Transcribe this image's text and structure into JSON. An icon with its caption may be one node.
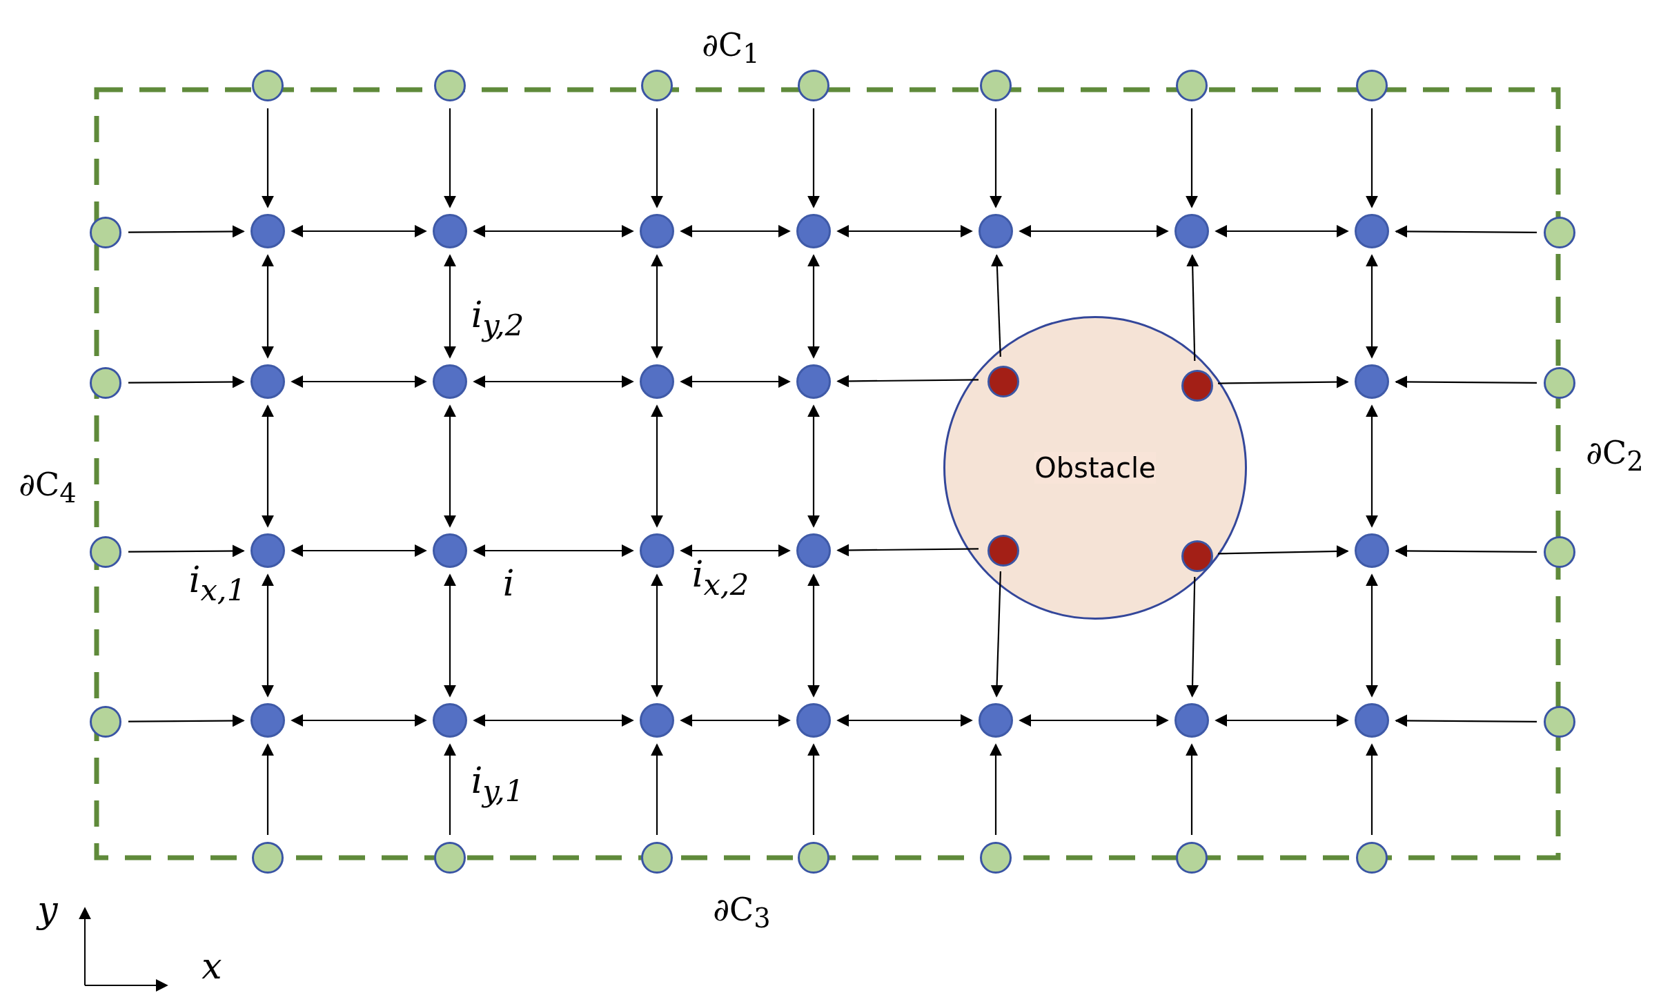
{
  "diagram": {
    "nodes": [
      {
        "text": [],
        "shape": "circle"
      },
      {
        "text": [],
        "shape": "circle"
      },
      {
        "text": [],
        "shape": "circle"
      },
      {
        "text": [],
        "shape": "circle"
      },
      {
        "text": [],
        "shape": "circle"
      },
      {
        "text": [],
        "shape": "circle"
      },
      {
        "text": [],
        "shape": "circle"
      },
      {
        "text": [],
        "shape": "circle"
      },
      {
        "text": [],
        "shape": "circle"
      },
      {
        "text": [],
        "shape": "circle"
      },
      {
        "text": [],
        "shape": "circle"
      },
      {
        "text": [],
        "shape": "circle"
      },
      {
        "text": [],
        "shape": "circle"
      },
      {
        "text": [],
        "shape": "circle"
      },
      {
        "text": [],
        "shape": "circle"
      },
      {
        "text": [],
        "shape": "circle"
      },
      {
        "text": [
          "Obstacle"
        ]
      },
      {
        "text": [],
        "shape": "circle"
      },
      {
        "text": [],
        "shape": "circle"
      },
      {
        "text": [],
        "shape": "circle",
        "beside": [
          "i$_{y,2}$"
        ]
      },
      {
        "text": [],
        "shape": "circle"
      },
      {
        "text": [],
        "shape": "circle"
      },
      {
        "text": [],
        "shape": "circle",
        "in": 16
      },
      {
        "text": [],
        "shape": "circle",
        "in": 16
      },
      {
        "text": [],
        "shape": "circle"
      },
      {
        "text": [],
        "shape": "circle"
      },
      {
        "text": [],
        "shape": "circle"
      },
      {
        "text": [],
        "shape": "circle",
        "beside": [
          "i$_{x,1}$"
        ]
      },
      {
        "text": [],
        "shape": "circle",
        "beside": [
          "i"
        ]
      },
      {
        "text": [],
        "shape": "circle",
        "beside": [
          "i$_{x,2}$"
        ]
      },
      {
        "text": [],
        "shape": "circle"
      },
      {
        "text": [],
        "shape": "circle",
        "in": 16
      },
      {
        "text": [],
        "shape": "circle",
        "in": 16
      },
      {
        "text": [],
        "shape": "circle"
      },
      {
        "text": [],
        "shape": "circle"
      },
      {
        "text": [],
        "shape": "circle"
      },
      {
        "text": [],
        "shape": "circle"
      },
      {
        "text": [],
        "shape": "circle",
        "beside": [
          "i$_{y,1}$"
        ]
      },
      {
        "text": [],
        "shape": "circle"
      },
      {
        "text": [],
        "shape": "circle"
      },
      {
        "text": [],
        "shape": "circle"
      },
      {
        "text": [],
        "shape": "circle"
      },
      {
        "text": [],
        "shape": "circle"
      },
      {
        "text": [],
        "shape": "circle"
      },
      {
        "text": [],
        "shape": "circle"
      },
      {
        "text": [],
        "shape": "circle"
      },
      {
        "text": [],
        "shape": "circle"
      },
      {
        "text": [],
        "shape": "circle"
      },
      {
        "text": [],
        "shape": "circle"
      },
      {
        "text": [],
        "shape": "circle"
      },
      {
        "text": [],
        "shape": "circle"
      }
    ],
    "edges": [
      {
        "from": 0,
        "to": 8,
        "arrow": "to"
      },
      {
        "from": 1,
        "to": 9,
        "arrow": "to"
      },
      {
        "from": 2,
        "to": 10,
        "arrow": "to"
      },
      {
        "from": 3,
        "to": 11,
        "arrow": "to"
      },
      {
        "from": 4,
        "to": 12,
        "arrow": "to"
      },
      {
        "from": 5,
        "to": 13,
        "arrow": "to"
      },
      {
        "from": 6,
        "to": 14,
        "arrow": "to"
      },
      {
        "from": 7,
        "to": 8,
        "arrow": "to"
      },
      {
        "from": 8,
        "to": 9,
        "arrow": "both"
      },
      {
        "from": 9,
        "to": 10,
        "arrow": "both"
      },
      {
        "from": 10,
        "to": 11,
        "arrow": "both"
      },
      {
        "from": 11,
        "to": 12,
        "arrow": "both"
      },
      {
        "from": 12,
        "to": 13,
        "arrow": "both"
      },
      {
        "from": 13,
        "to": 14,
        "arrow": "both"
      },
      {
        "from": 15,
        "to": 14,
        "arrow": "to"
      },
      {
        "from": 8,
        "to": 18,
        "arrow": "both"
      },
      {
        "from": 9,
        "to": 19,
        "arrow": "both"
      },
      {
        "from": 10,
        "to": 20,
        "arrow": "both"
      },
      {
        "from": 11,
        "to": 21,
        "arrow": "both"
      },
      {
        "from": 22,
        "to": 12,
        "arrow": "to"
      },
      {
        "from": 23,
        "to": 13,
        "arrow": "to"
      },
      {
        "from": 14,
        "to": 24,
        "arrow": "both"
      },
      {
        "from": 17,
        "to": 18,
        "arrow": "to"
      },
      {
        "from": 18,
        "to": 19,
        "arrow": "both"
      },
      {
        "from": 19,
        "to": 20,
        "arrow": "both"
      },
      {
        "from": 20,
        "to": 21,
        "arrow": "both"
      },
      {
        "from": 22,
        "to": 21,
        "arrow": "to"
      },
      {
        "from": 23,
        "to": 24,
        "arrow": "to"
      },
      {
        "from": 25,
        "to": 24,
        "arrow": "to"
      },
      {
        "from": 18,
        "to": 27,
        "arrow": "both"
      },
      {
        "from": 19,
        "to": 28,
        "arrow": "both"
      },
      {
        "from": 20,
        "to": 29,
        "arrow": "both"
      },
      {
        "from": 21,
        "to": 30,
        "arrow": "both"
      },
      {
        "from": 24,
        "to": 33,
        "arrow": "both"
      },
      {
        "from": 26,
        "to": 27,
        "arrow": "to"
      },
      {
        "from": 27,
        "to": 28,
        "arrow": "both"
      },
      {
        "from": 28,
        "to": 29,
        "arrow": "both"
      },
      {
        "from": 29,
        "to": 30,
        "arrow": "both"
      },
      {
        "from": 31,
        "to": 30,
        "arrow": "to"
      },
      {
        "from": 32,
        "to": 33,
        "arrow": "to"
      },
      {
        "from": 34,
        "to": 33,
        "arrow": "to"
      },
      {
        "from": 27,
        "to": 36,
        "arrow": "both"
      },
      {
        "from": 28,
        "to": 37,
        "arrow": "both"
      },
      {
        "from": 29,
        "to": 38,
        "arrow": "both"
      },
      {
        "from": 30,
        "to": 39,
        "arrow": "both"
      },
      {
        "from": 31,
        "to": 40,
        "arrow": "to"
      },
      {
        "from": 32,
        "to": 41,
        "arrow": "to"
      },
      {
        "from": 33,
        "to": 42,
        "arrow": "both"
      },
      {
        "from": 35,
        "to": 36,
        "arrow": "to"
      },
      {
        "from": 36,
        "to": 37,
        "arrow": "both"
      },
      {
        "from": 37,
        "to": 38,
        "arrow": "both"
      },
      {
        "from": 38,
        "to": 39,
        "arrow": "both"
      },
      {
        "from": 39,
        "to": 40,
        "arrow": "both"
      },
      {
        "from": 40,
        "to": 41,
        "arrow": "both"
      },
      {
        "from": 41,
        "to": 42,
        "arrow": "both"
      },
      {
        "from": 43,
        "to": 42,
        "arrow": "to"
      },
      {
        "from": 44,
        "to": 36,
        "arrow": "to"
      },
      {
        "from": 45,
        "to": 37,
        "arrow": "to"
      },
      {
        "from": 46,
        "to": 38,
        "arrow": "to"
      },
      {
        "from": 47,
        "to": 39,
        "arrow": "to"
      },
      {
        "from": 48,
        "to": 40,
        "arrow": "to"
      },
      {
        "from": 49,
        "to": 41,
        "arrow": "to"
      },
      {
        "from": 50,
        "to": 42,
        "arrow": "to"
      }
    ],
    "labels": [
      "∂C$_{1}$",
      "∂C$_{4}$",
      "∂C$_{2}$",
      "∂C$_{3}$",
      "y",
      "x"
    ]
  }
}
